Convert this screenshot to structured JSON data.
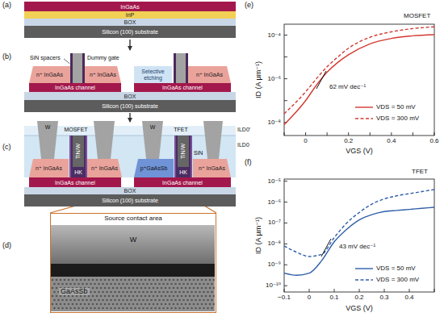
{
  "diagram": {
    "nodes": [
      {
        "text": [
          "InGaAs"
        ]
      },
      {
        "text": [
          "InP"
        ]
      },
      {
        "text": [
          "BOX"
        ]
      },
      {
        "text": [
          "Silicon (100) substrate"
        ]
      },
      {
        "text": [
          "n⁺ InGaAs"
        ]
      },
      {
        "text": [
          "n⁺ InGaAs"
        ]
      },
      {
        "text": [
          "Selective etching"
        ]
      },
      {
        "text": [
          "n⁺ InGaAs"
        ]
      },
      {
        "text": [
          "InGaAs channel"
        ]
      },
      {
        "text": [
          "InGaAs channel"
        ]
      },
      {
        "text": [
          "BOX"
        ]
      },
      {
        "text": [
          "Silicon (100) substrate"
        ]
      },
      {
        "text": [
          "W"
        ]
      },
      {
        "text": [
          "W"
        ]
      },
      {
        "text": [
          "TiN/W"
        ]
      },
      {
        "text": [
          "TiN/W"
        ]
      },
      {
        "text": [
          "n⁺ InGaAs"
        ]
      },
      {
        "text": [
          "HK"
        ]
      },
      {
        "text": [
          "n⁺ InGaAs"
        ]
      },
      {
        "text": [
          "p⁺GaAsSb"
        ]
      },
      {
        "text": [
          "HK"
        ]
      },
      {
        "text": [
          "n⁺ InGaAs"
        ]
      },
      {
        "text": [
          "InGaAs channel"
        ]
      },
      {
        "text": [
          "InGaAs channel"
        ]
      },
      {
        "text": [
          "BOX"
        ]
      },
      {
        "text": [
          "Silicon (100) substrate"
        ]
      },
      {
        "text": [
          "Source contact area",
          "W",
          "GaAsSb"
        ]
      }
    ],
    "labels": [
      "(a)",
      "(b)",
      "SiN spacers",
      "Dummy gate",
      "(c)",
      "MOSFET",
      "TFET",
      "ILD0′",
      "ILD0",
      "SiN",
      "(d)",
      "(e)",
      "MOSFET",
      "10⁻⁴",
      "10⁻⁶",
      "10⁻⁸",
      "0",
      "0.2",
      "0.4",
      "0.6",
      "VGS (V)",
      "ID (A µm⁻¹)",
      "62 mV dec⁻¹",
      "(f)",
      "TFET",
      "10⁻⁵",
      "10⁻⁶",
      "10⁻⁷",
      "10⁻⁸",
      "10⁻⁹",
      "10⁻¹⁰",
      "−0.1",
      "0",
      "0.1",
      "0.2",
      "0.3",
      "0.4",
      "VGS (V)",
      "ID (A µm⁻¹)",
      "43 mV dec⁻¹"
    ],
    "legend": [
      {
        "text": "VDS = 50 mV"
      },
      {
        "text": "VDS = 300 mV"
      },
      {
        "text": "VDS = 50 mV"
      },
      {
        "text": "VDS = 300 mV"
      }
    ]
  }
}
